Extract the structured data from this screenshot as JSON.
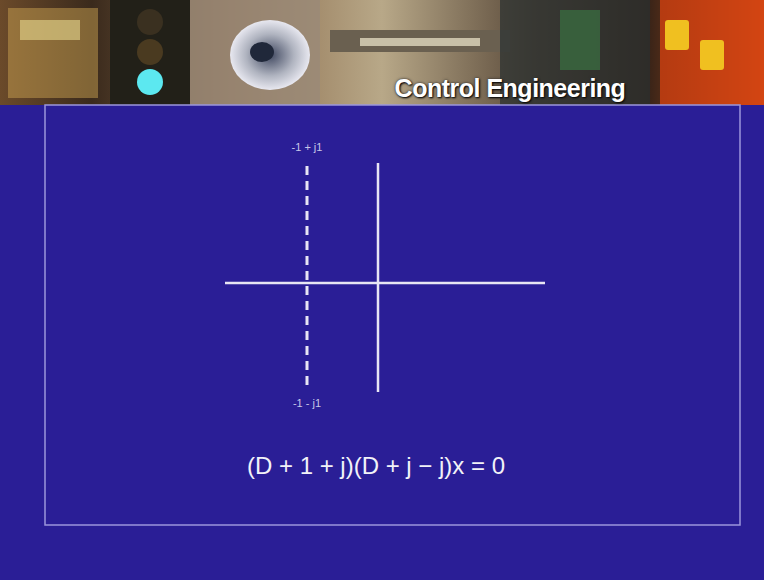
{
  "diagram": {
    "title": "Control Engineering",
    "labels": [
      "-1 + j1",
      "-1 - j1",
      "(D + 1 + j)(D + j − j)x = 0"
    ]
  }
}
